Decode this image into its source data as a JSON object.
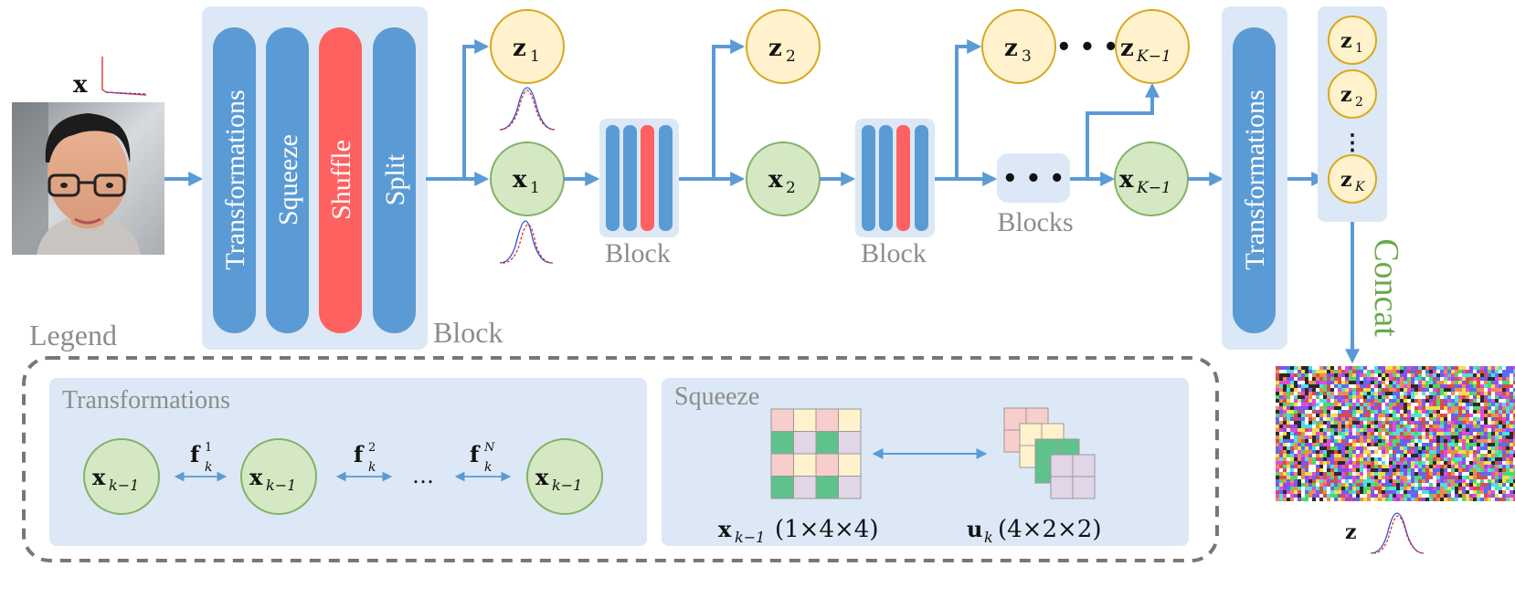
{
  "input": {
    "symbol": "x"
  },
  "main_block": {
    "bars": [
      "Transformations",
      "Squeeze",
      "Shuffle",
      "Split"
    ],
    "label": "Block"
  },
  "nodes": {
    "z1": {
      "base": "z",
      "sub": "1"
    },
    "z2": {
      "base": "z",
      "sub": "2"
    },
    "z3": {
      "base": "z",
      "sub": "3"
    },
    "zK1": {
      "base": "z",
      "sub": "K−1"
    },
    "x1": {
      "base": "x",
      "sub": "1"
    },
    "x2": {
      "base": "x",
      "sub": "2"
    },
    "xK1": {
      "base": "x",
      "sub": "K−1"
    },
    "dots": "• • •"
  },
  "small_blocks": {
    "label1": "Block",
    "label2": "Block",
    "blocks_label": "Blocks"
  },
  "final_transform": {
    "label": "Transformations"
  },
  "concat_stack": {
    "items": [
      {
        "base": "z",
        "sub": "1"
      },
      {
        "base": "z",
        "sub": "2"
      },
      {
        "base": "z",
        "sub": "K"
      }
    ],
    "vdots": "⋮",
    "concat_label": "Concat"
  },
  "output": {
    "symbol": "z"
  },
  "legend": {
    "title": "Legend",
    "transformations": {
      "title": "Transformations",
      "node": {
        "base": "x",
        "sub": "k−1"
      },
      "f1": {
        "base": "f",
        "sub": "k",
        "sup": "1"
      },
      "f2": {
        "base": "f",
        "sub": "k",
        "sup": "2"
      },
      "fN": {
        "base": "f",
        "sub": "k",
        "sup": "N"
      },
      "ellipsis": "…"
    },
    "squeeze": {
      "title": "Squeeze",
      "left_caption": {
        "base": "x",
        "sub": "k−1",
        "dims": "(1×4×4)"
      },
      "right_caption": {
        "base": "u",
        "sub": "k",
        "dims": "(4×2×2)"
      }
    }
  },
  "colors": {
    "blue": "#5b9bd5",
    "red": "#ff6161",
    "panel": "#dce8f5",
    "green_fill": "#d5e8c4",
    "green_stroke": "#82b366",
    "yellow_fill": "#fff2cc",
    "yellow_stroke": "#d6a920",
    "concat_green": "#6aa84f",
    "gray_text": "#8c8c8c"
  }
}
